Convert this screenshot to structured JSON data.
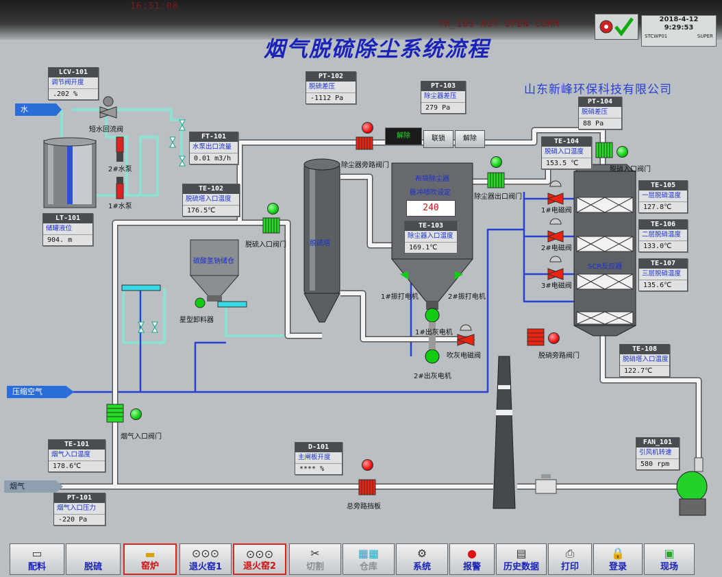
{
  "topbar": {
    "left_time": "16:51:08",
    "center_text": "TR_101 AUT    OPEN COMM",
    "date": "2018-4-12",
    "time": "9:29:53",
    "station": "STCWP01",
    "user": "SUPER"
  },
  "title": "烟气脱硫除尘系统流程",
  "company": "山东新峰环保科技有限公司",
  "inlets": {
    "water": "水",
    "air": "压缩空气",
    "flue": "烟气"
  },
  "tags": {
    "lcv101": {
      "id": "LCV-101",
      "desc": "调节阀开度",
      "value": ".202  %"
    },
    "lt101": {
      "id": "LT-101",
      "desc": "储罐液位",
      "value": "904. m"
    },
    "pt102": {
      "id": "PT-102",
      "desc": "脱硫差压",
      "value": "-1112  Pa"
    },
    "pt103": {
      "id": "PT-103",
      "desc": "除尘器差压",
      "value": "279  Pa"
    },
    "pt104": {
      "id": "PT-104",
      "desc": "脱硝差压",
      "value": "88  Pa"
    },
    "ft101": {
      "id": "FT-101",
      "desc": "水泵出口流量",
      "value": "0.01 m3/h"
    },
    "te102": {
      "id": "TE-102",
      "desc": "脱硫塔入口温度",
      "value": "176.5℃"
    },
    "te104": {
      "id": "TE-104",
      "desc": "脱硝入口温度",
      "value": "153.5 ℃"
    },
    "te103": {
      "id": "TE-103",
      "desc": "除尘器入口温度",
      "value": "169.1℃"
    },
    "te105": {
      "id": "TE-105",
      "desc": "一层脱硝温度",
      "value": "127.8℃"
    },
    "te106": {
      "id": "TE-106",
      "desc": "二层脱硝温度",
      "value": "133.0℃"
    },
    "te107": {
      "id": "TE-107",
      "desc": "三层脱硝温度",
      "value": "135.6℃"
    },
    "te108": {
      "id": "TE-108",
      "desc": "脱硝塔入口温度",
      "value": "122.7℃"
    },
    "te101": {
      "id": "TE-101",
      "desc": "烟气入口温度",
      "value": "178.6℃"
    },
    "pt101": {
      "id": "PT-101",
      "desc": "烟气入口压力",
      "value": "-220  Pa"
    },
    "d101": {
      "id": "D-101",
      "desc": "主闸板开度",
      "value": "****   %"
    },
    "fan101": {
      "id": "FAN_101",
      "desc": "引风机转速",
      "value": "580   rpm"
    }
  },
  "labels": {
    "return_valve": "短水回流阀",
    "pump2": "2#水泵",
    "pump1": "1#水泵",
    "bypass_valve": "除尘器旁路阀门",
    "desulf_inlet_valve": "脱硫入口阀门",
    "dust_outlet_valve": "除尘器出口阀门",
    "denitr_inlet_valve": "脱硝入口阀门",
    "star_feeder": "星型卸料器",
    "soda_silo": "碳酸氢钠储仓",
    "desulf_tower": "脱硫塔",
    "bag_filter": "布袋除尘器",
    "filter_sub": "脉冲喷吹设定",
    "shaker1": "1#振打电机",
    "shaker2": "2#振打电机",
    "ash1": "1#出灰电机",
    "ash2": "2#出灰电机",
    "blow_valve": "吹灰电磁阀",
    "sol1": "1#电磁阀",
    "sol2": "2#电磁阀",
    "sol3": "3#电磁阀",
    "scr": "SCR反应器",
    "denitr_bypass": "脱硝旁路阀门",
    "flue_inlet_valve": "烟气入口阀门",
    "main_damper": "总旁路挡板"
  },
  "controls": {
    "release": "解除",
    "interlock": "联锁",
    "unlock": "解除",
    "setpoint": "240"
  },
  "nav": [
    {
      "label": "配料",
      "icon": "batch-icon"
    },
    {
      "label": "脱硫",
      "icon": "desulf-icon"
    },
    {
      "label": "窑炉",
      "icon": "kiln-icon"
    },
    {
      "label": "退火窑1",
      "icon": "annealer1-icon"
    },
    {
      "label": "退火窑2",
      "icon": "annealer2-icon"
    },
    {
      "label": "切割",
      "icon": "cut-icon"
    },
    {
      "label": "仓库",
      "icon": "warehouse-icon"
    },
    {
      "label": "系统",
      "icon": "system-icon"
    },
    {
      "label": "报警",
      "icon": "alarm-icon"
    },
    {
      "label": "历史数据",
      "icon": "history-icon"
    },
    {
      "label": "打印",
      "icon": "print-icon"
    },
    {
      "label": "登录",
      "icon": "login-icon"
    },
    {
      "label": "现场",
      "icon": "field-icon"
    }
  ],
  "colors": {
    "water_pipe": "#8fe0d0",
    "air_pipe": "#2a3fd0",
    "flue_pipe": "#f2f2f2",
    "title": "#1a22b8",
    "alarm_red": "#e11",
    "run_green": "#1c1"
  }
}
